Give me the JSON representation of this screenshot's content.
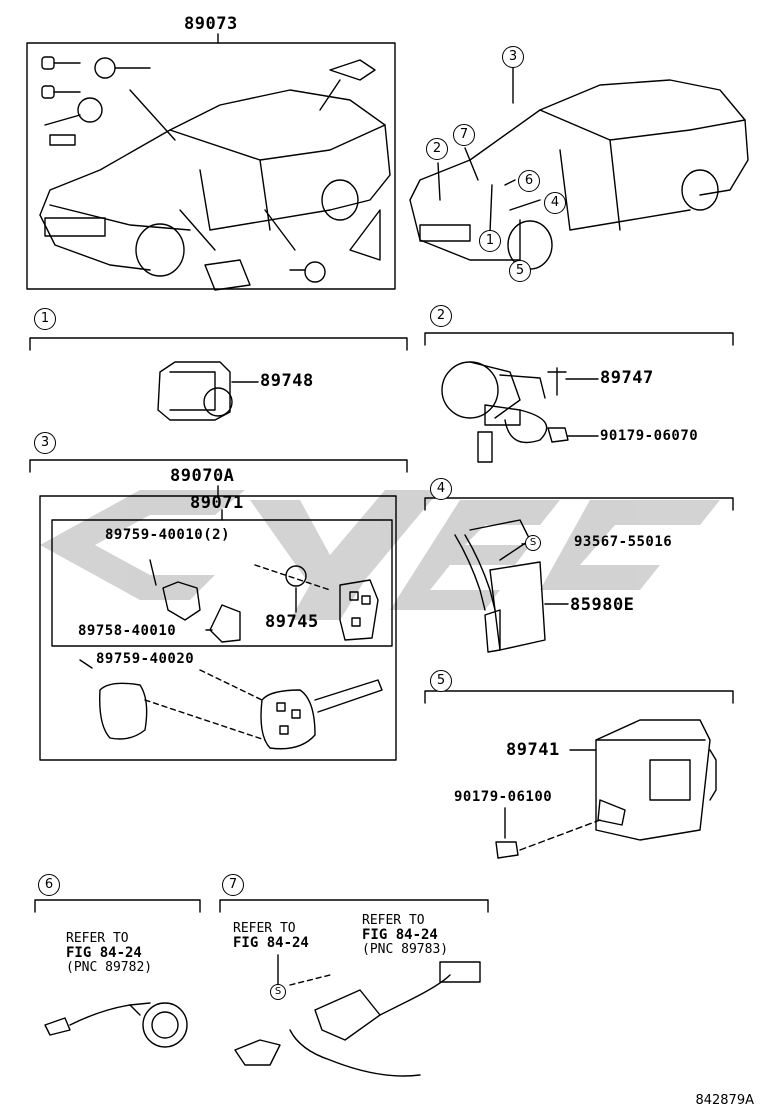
{
  "top_left": {
    "part_no": "89073"
  },
  "locator_callouts": [
    "3",
    "7",
    "2",
    "6",
    "4",
    "1",
    "5"
  ],
  "sections": [
    {
      "index": "1",
      "parts": [
        "89748"
      ]
    },
    {
      "index": "2",
      "parts": [
        "89747",
        "90179-06070"
      ]
    },
    {
      "index": "3",
      "group": "89070A",
      "subgroup": "89071",
      "parts": [
        "89759-40010(2)",
        "89758-40010",
        "89745",
        "89759-40020"
      ]
    },
    {
      "index": "4",
      "parts": [
        "93567-55016",
        "85980E"
      ],
      "mark": "S"
    },
    {
      "index": "5",
      "parts": [
        "89741",
        "90179-06100"
      ]
    },
    {
      "index": "6",
      "refer_lines": [
        "REFER TO",
        "FIG 84-24",
        "(PNC 89782)"
      ]
    },
    {
      "index": "7",
      "refer_a": [
        "REFER TO",
        "FIG 84-24"
      ],
      "refer_b": [
        "REFER TO",
        "FIG 84-24",
        "(PNC 89783)"
      ],
      "mark": "S"
    }
  ],
  "figure_id": "842879A",
  "colors": {
    "ink": "#000000",
    "watermark": "#c8c8c8"
  }
}
